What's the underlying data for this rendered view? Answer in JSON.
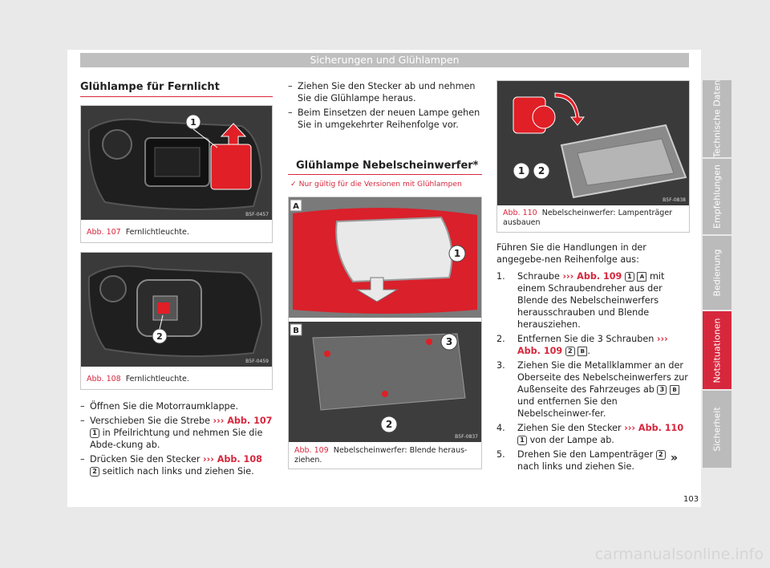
{
  "header": {
    "title": "Sicherungen und Glühlampen"
  },
  "left": {
    "section_title": "Glühlampe für Fernlicht",
    "figures": [
      {
        "label": "Abb. 107",
        "caption": "Fernlichtleuchte.",
        "code": "B5F-0457",
        "callout": "1"
      },
      {
        "label": "Abb. 108",
        "caption": "Fernlichtleuchte.",
        "code": "B5F-0459",
        "callout": "2"
      }
    ],
    "steps": [
      {
        "text": "Öffnen Sie die Motorraumklappe."
      },
      {
        "pre": "Verschieben Sie die Strebe",
        "ref": "››› Abb. 107",
        "badge": "1",
        "post": "in Pfeilrichtung und nehmen Sie die Abde-ckung ab."
      },
      {
        "pre": "Drücken Sie den Stecker",
        "ref": "››› Abb. 108",
        "badge": "2",
        "post": "seitlich nach links und ziehen Sie."
      }
    ]
  },
  "middle": {
    "steps": [
      {
        "text": "Ziehen Sie den Stecker ab und nehmen Sie die Glühlampe heraus."
      },
      {
        "text": "Beim Einsetzen der neuen Lampe gehen Sie in umgekehrter Reihenfolge vor."
      }
    ],
    "section_title": "Glühlampe Nebelscheinwerfer*",
    "note_icon": "✓",
    "note": "Nur gültig für die Versionen mit Glühlampen",
    "figure": {
      "label": "Abb. 109",
      "caption": "Nebelscheinwerfer: Blende heraus-ziehen.",
      "code": "B5F-0837",
      "panel_a": "A",
      "panel_b": "B",
      "callouts": [
        "1",
        "2",
        "3"
      ]
    }
  },
  "right": {
    "figure": {
      "label": "Abb. 110",
      "caption": "Nebelscheinwerfer: Lampenträger ausbauen",
      "code": "B5F-0838",
      "callouts": [
        "1",
        "2"
      ]
    },
    "intro": "Führen Sie die Handlungen in der angegebe-nen Reihenfolge aus:",
    "steps": [
      {
        "n": "1.",
        "pre": "Schraube",
        "ref": "››› Abb. 109",
        "badge": "1",
        "badge2": "A",
        "post": "mit einem Schraubendreher aus der Blende des Nebelscheinwerfers herausschrauben und Blende herausziehen."
      },
      {
        "n": "2.",
        "pre": "Entfernen Sie die 3 Schrauben",
        "ref": "››› Abb. 109",
        "badge": "2",
        "badge2": "B",
        "post": "."
      },
      {
        "n": "3.",
        "pre": "Ziehen Sie die Metallklammer an der Oberseite des Nebelscheinwerfers zur Außenseite des Fahrzeuges ab",
        "badge": "3",
        "badge2": "B",
        "post": "und entfernen Sie den Nebelscheinwer-fer."
      },
      {
        "n": "4.",
        "pre": "Ziehen Sie den Stecker",
        "ref": "››› Abb. 110",
        "badge": "1",
        "post": "von der Lampe ab."
      },
      {
        "n": "5.",
        "pre": "Drehen Sie den Lampenträger",
        "badge": "2",
        "post": "nach links und ziehen Sie."
      }
    ],
    "continue": "»"
  },
  "side_tabs": [
    {
      "label": "Technische Daten",
      "active": false
    },
    {
      "label": "Empfehlungen",
      "active": false
    },
    {
      "label": "Bedienung",
      "active": false
    },
    {
      "label": "Notsituationen",
      "active": true
    },
    {
      "label": "Sicherheit",
      "active": false
    }
  ],
  "page_number": "103",
  "watermark": "carmanualsonline.info",
  "colors": {
    "accent": "#d7273d",
    "tab_inactive": "#bbbbbb",
    "header_band": "#bfbfbf"
  }
}
